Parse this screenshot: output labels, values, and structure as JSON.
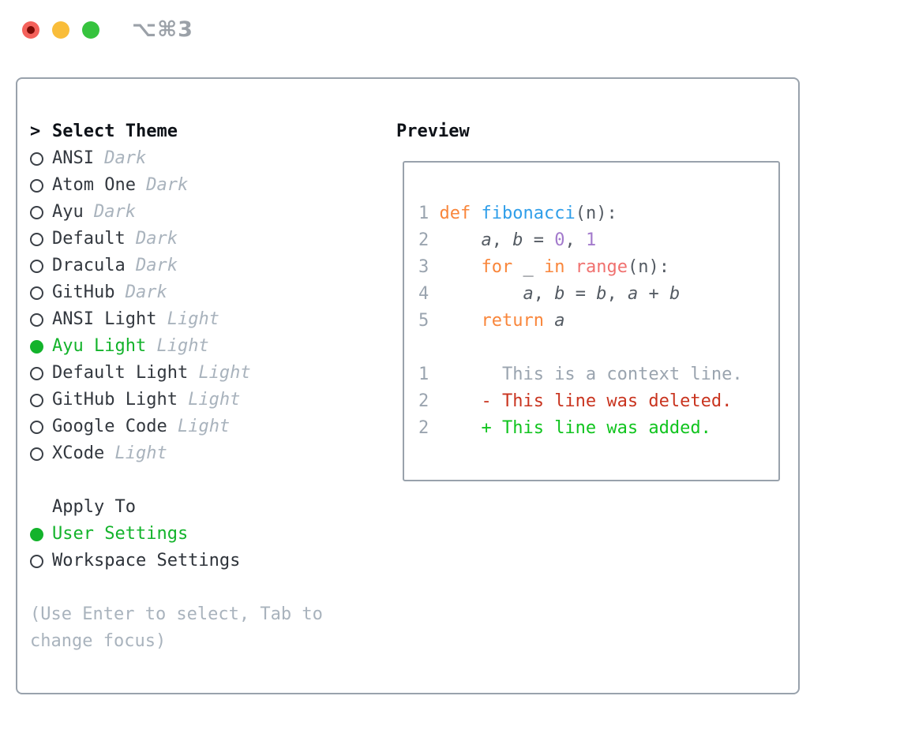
{
  "titlebar": {
    "shortcut_label": "⌥⌘3"
  },
  "colors": {
    "ui_selected_green": "#13b32b",
    "diff_added_green": "#10c41e",
    "diff_deleted_red": "#c9341f",
    "diff_context_gray": "#9aa4af",
    "muted_gray": "#a9b3bd",
    "text_dark": "#33383f",
    "border_gray": "#99a2ac",
    "traffic_red": "#f4615b",
    "traffic_yellow": "#f9bd3a",
    "traffic_green": "#36c33e",
    "syntax_keyword_orange": "#f9863b",
    "syntax_function_blue": "#2f9ee9",
    "syntax_call_coral": "#f0716f",
    "syntax_constant_purple": "#a37acc"
  },
  "theme_panel": {
    "select_header": {
      "marker": ">",
      "label": "Select Theme"
    },
    "themes": [
      {
        "name": "ANSI",
        "variant": "Dark",
        "selected": false
      },
      {
        "name": "Atom One",
        "variant": "Dark",
        "selected": false
      },
      {
        "name": "Ayu",
        "variant": "Dark",
        "selected": false
      },
      {
        "name": "Default",
        "variant": "Dark",
        "selected": false
      },
      {
        "name": "Dracula",
        "variant": "Dark",
        "selected": false
      },
      {
        "name": "GitHub",
        "variant": "Dark",
        "selected": false
      },
      {
        "name": "ANSI Light",
        "variant": "Light",
        "selected": false
      },
      {
        "name": "Ayu Light",
        "variant": "Light",
        "selected": true
      },
      {
        "name": "Default Light",
        "variant": "Light",
        "selected": false
      },
      {
        "name": "GitHub Light",
        "variant": "Light",
        "selected": false
      },
      {
        "name": "Google Code",
        "variant": "Light",
        "selected": false
      },
      {
        "name": "XCode",
        "variant": "Light",
        "selected": false
      }
    ],
    "apply_to": {
      "label": "Apply To",
      "options": [
        {
          "label": "User Settings",
          "selected": true
        },
        {
          "label": "Workspace Settings",
          "selected": false
        }
      ]
    },
    "hint": "(Use Enter to select, Tab to change focus)"
  },
  "preview": {
    "header": "Preview",
    "code_lines": [
      {
        "num": "1",
        "tokens": [
          [
            "def ",
            "kw"
          ],
          [
            "fibonacci",
            "fn"
          ],
          [
            "(n):",
            "p"
          ]
        ]
      },
      {
        "num": "2",
        "tokens": [
          [
            "    ",
            "p"
          ],
          [
            "a",
            "var"
          ],
          [
            ", ",
            "p"
          ],
          [
            "b",
            "var"
          ],
          [
            " = ",
            "p"
          ],
          [
            "0",
            "const"
          ],
          [
            ", ",
            "p"
          ],
          [
            "1",
            "const"
          ]
        ]
      },
      {
        "num": "3",
        "tokens": [
          [
            "    ",
            "p"
          ],
          [
            "for",
            "kw"
          ],
          [
            " _ ",
            "p"
          ],
          [
            "in",
            "kw"
          ],
          [
            " ",
            "p"
          ],
          [
            "range",
            "call"
          ],
          [
            "(n):",
            "p"
          ]
        ]
      },
      {
        "num": "4",
        "tokens": [
          [
            "        ",
            "p"
          ],
          [
            "a",
            "var"
          ],
          [
            ", ",
            "p"
          ],
          [
            "b",
            "var"
          ],
          [
            " = ",
            "p"
          ],
          [
            "b",
            "var"
          ],
          [
            ", ",
            "p"
          ],
          [
            "a",
            "var"
          ],
          [
            " + ",
            "p"
          ],
          [
            "b",
            "var"
          ]
        ]
      },
      {
        "num": "5",
        "tokens": [
          [
            "    ",
            "p"
          ],
          [
            "return",
            "kw"
          ],
          [
            " ",
            "p"
          ],
          [
            "a",
            "var"
          ]
        ]
      }
    ],
    "diff_lines": [
      {
        "num": "1",
        "sign": "",
        "text": "This is a context line.",
        "kind": "context"
      },
      {
        "num": "2",
        "sign": "-",
        "text": "This line was deleted.",
        "kind": "deleted"
      },
      {
        "num": "2",
        "sign": "+",
        "text": "This line was added.",
        "kind": "added"
      }
    ]
  }
}
